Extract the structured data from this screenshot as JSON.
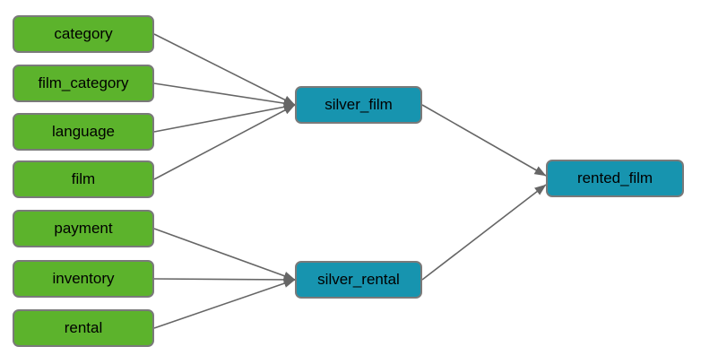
{
  "diagram": {
    "title": "data-lineage-dag",
    "background_color": "#ffffff",
    "edge_color": "#666666",
    "node_border_color": "#7a7a7a",
    "node_text_color": "#000000",
    "node_types": {
      "source": {
        "fill": "#5cb32c"
      },
      "model": {
        "fill": "#1794af"
      }
    },
    "nodes": [
      {
        "id": "category",
        "label": "category",
        "type": "source"
      },
      {
        "id": "film_category",
        "label": "film_category",
        "type": "source"
      },
      {
        "id": "language",
        "label": "language",
        "type": "source"
      },
      {
        "id": "film",
        "label": "film",
        "type": "source"
      },
      {
        "id": "payment",
        "label": "payment",
        "type": "source"
      },
      {
        "id": "inventory",
        "label": "inventory",
        "type": "source"
      },
      {
        "id": "rental",
        "label": "rental",
        "type": "source"
      },
      {
        "id": "silver_film",
        "label": "silver_film",
        "type": "model"
      },
      {
        "id": "silver_rental",
        "label": "silver_rental",
        "type": "model"
      },
      {
        "id": "rented_film",
        "label": "rented_film",
        "type": "model"
      }
    ],
    "edges": [
      {
        "from": "category",
        "to": "silver_film"
      },
      {
        "from": "film_category",
        "to": "silver_film"
      },
      {
        "from": "language",
        "to": "silver_film"
      },
      {
        "from": "film",
        "to": "silver_film"
      },
      {
        "from": "payment",
        "to": "silver_rental"
      },
      {
        "from": "inventory",
        "to": "silver_rental"
      },
      {
        "from": "rental",
        "to": "silver_rental"
      },
      {
        "from": "silver_film",
        "to": "rented_film"
      },
      {
        "from": "silver_rental",
        "to": "rented_film"
      }
    ]
  }
}
